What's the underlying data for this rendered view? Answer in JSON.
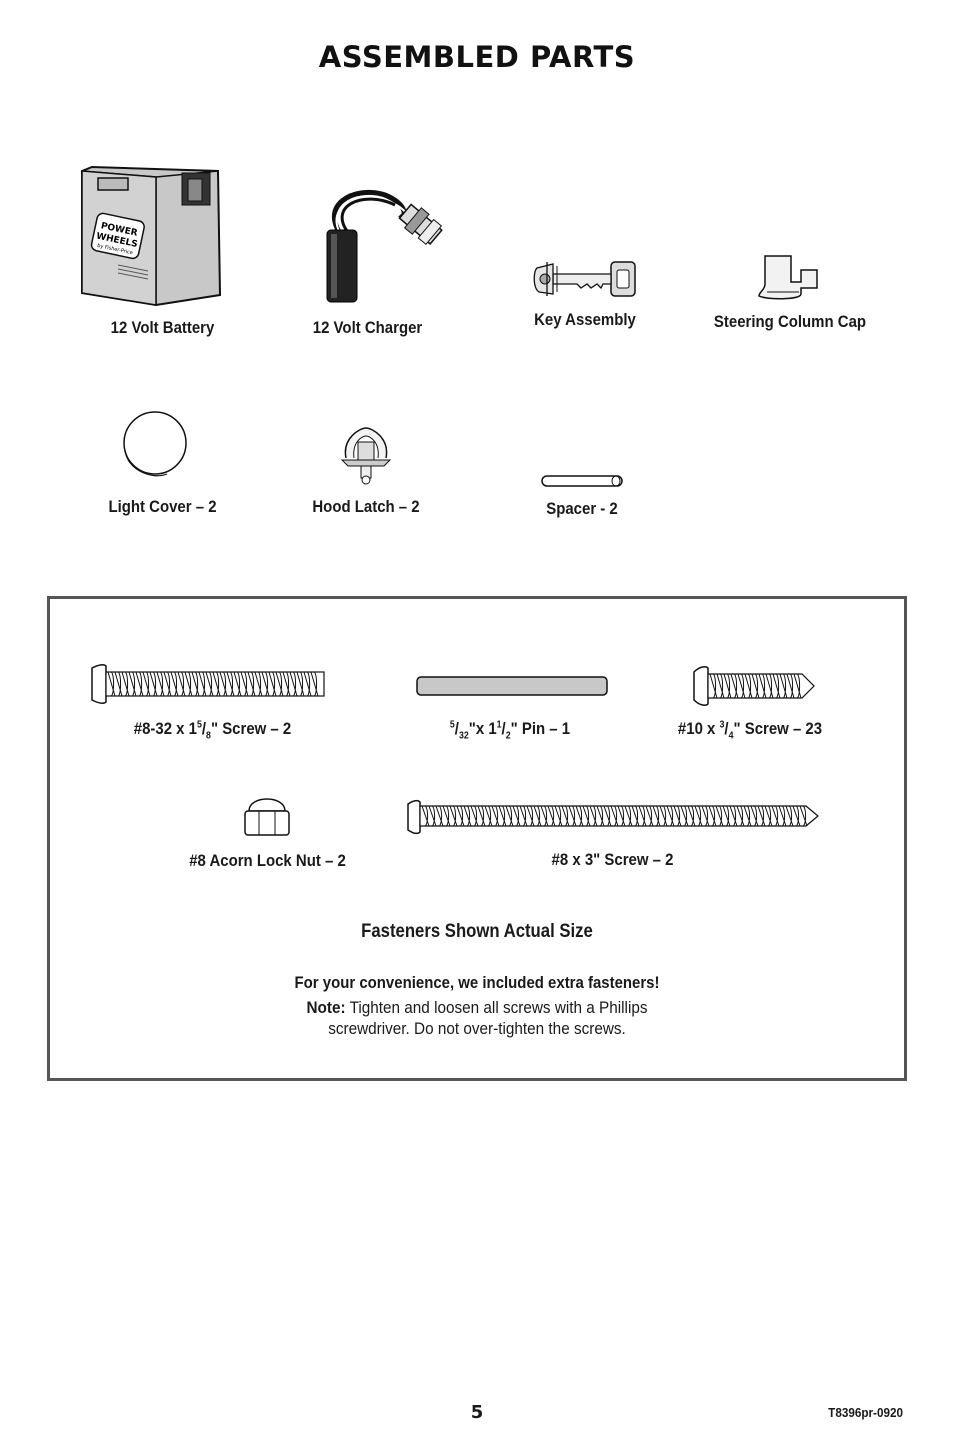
{
  "page": {
    "title": "ASSEMBLED PARTS",
    "page_number": "5",
    "doc_code": "T8396pr-0920"
  },
  "parts": {
    "battery": "12 Volt Battery",
    "charger": "12 Volt Charger",
    "key": "Key Assembly",
    "steering_cap": "Steering Column Cap",
    "light_cover": "Light Cover – 2",
    "hood_latch": "Hood Latch – 2",
    "spacer": "Spacer - 2",
    "battery_logo": "POWER WHEELS by Fisher-Price"
  },
  "fasteners": {
    "screw_8_32": {
      "prefix": "#8-32 x 1",
      "sup": "5",
      "sep": "/",
      "sub": "8",
      "suffix": "\" Screw – 2"
    },
    "pin": {
      "sup_a": "5",
      "sep_a": "/",
      "sub_a": "32",
      "mid": "\"x 1",
      "sup_b": "1",
      "sep_b": "/",
      "sub_b": "2",
      "suffix": "\" Pin – 1"
    },
    "screw_10": {
      "prefix": "#10 x ",
      "sup": "3",
      "sep": "/",
      "sub": "4",
      "suffix": "\" Screw – 23"
    },
    "acorn_nut": "#8 Acorn Lock Nut – 2",
    "screw_8x3": "#8 x 3\" Screw – 2",
    "actual_size": "Fasteners Shown Actual Size",
    "extra": "For your convenience, we included extra fasteners!",
    "note_label": "Note:",
    "note_text_1": " Tighten and loosen all screws with a Phillips",
    "note_text_2": "screwdriver. Do not over-tighten the screws."
  }
}
